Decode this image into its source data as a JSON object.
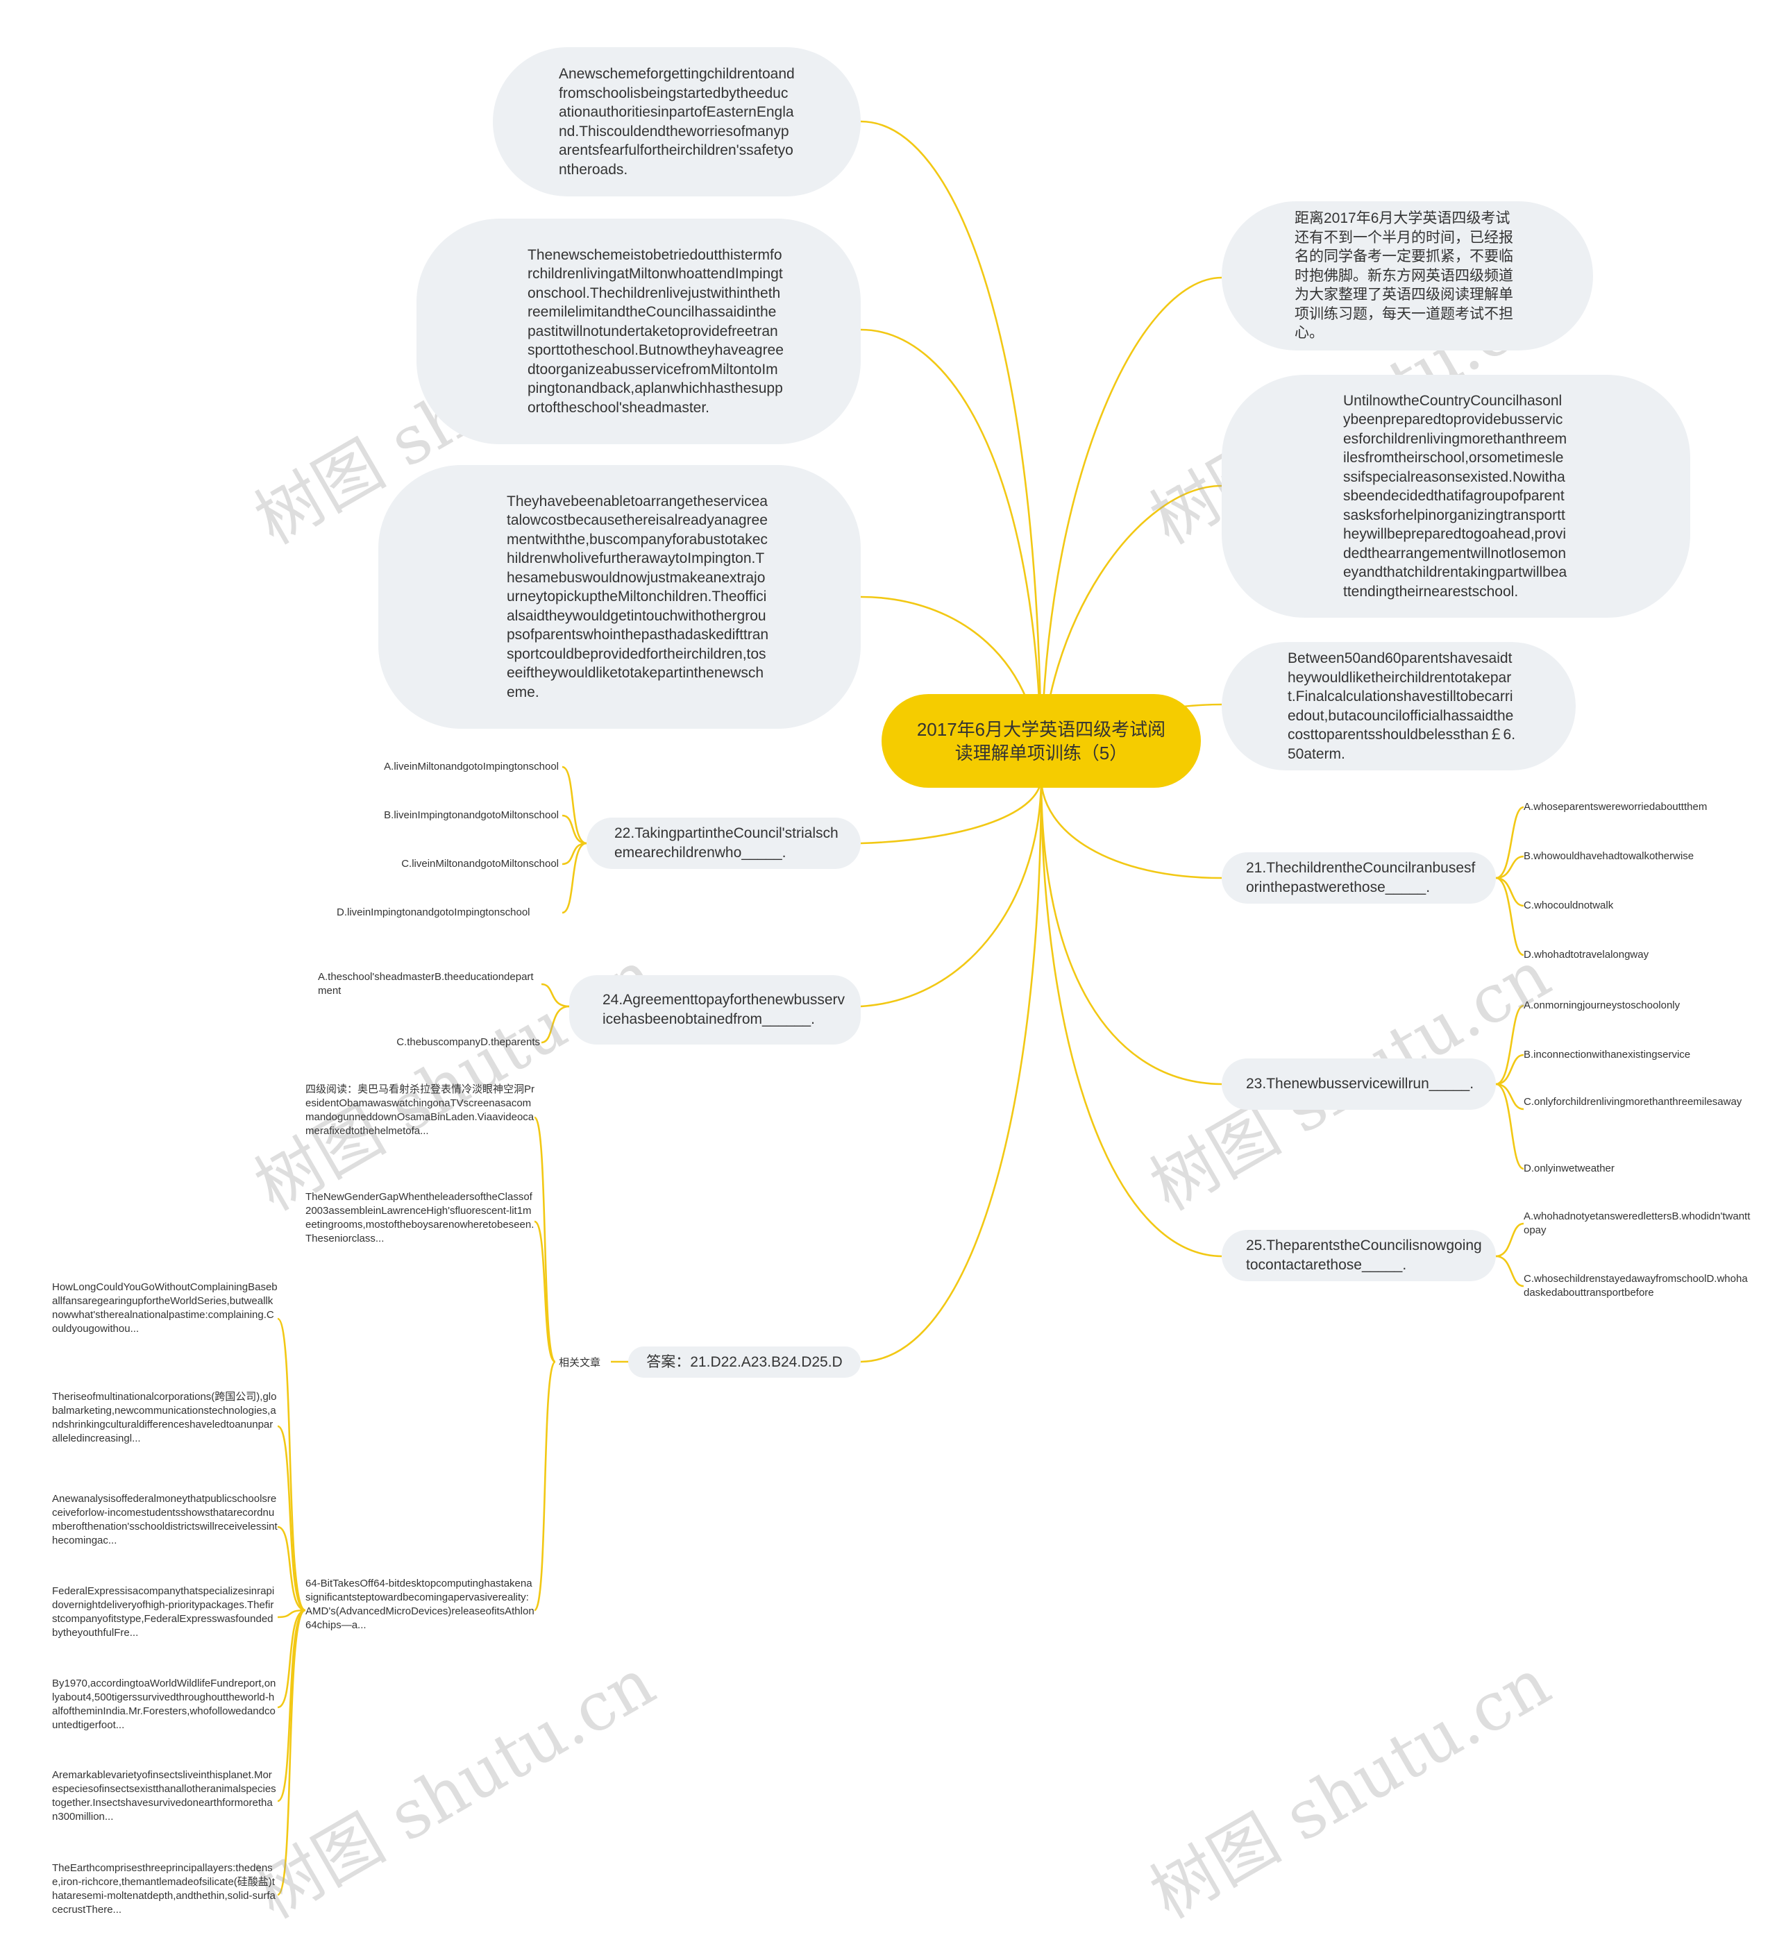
{
  "center": {
    "title": "2017年6月大学英语四级考试阅读理解单项训练（5）"
  },
  "left_passages": [
    {
      "text": "AnewschemeforgettingchildrentoandfromschoolisbeingstartedbytheeducationauthoritiesinpartofEasternEngland.Thiscouldendtheworriesofmanyparentsfearfulfortheirchildren'ssafetyontheroads."
    },
    {
      "text": "ThenewschemeistobetriedoutthistermforchildrenlivingatMiltonwhoattendImpingtonschool.ThechildrenlivejustwithinthethreemilelimitandtheCouncilhassaidinthepastitwillnotundertaketoprovidefreetransporttotheschool.ButnowtheyhaveagreedtoorganizeabusservicefromMiltontoImpingtonandback,aplanwhichhasthesupportoftheschool'sheadmaster."
    },
    {
      "text": "Theyhavebeenabletoarrangetheserviceatalowcostbecausethereisalreadyanagreementwiththe,buscompanyforabustotakechildrenwholivefurtherawaytoImpington.ThesamebuswouldnowjustmakeanextrajourneytopickuptheMiltonchildren.Theofficialsaidtheywouldgetintouchwithothergroupsofparentswhointhepasthadaskedifttransportcouldbeprovidedfortheirchildren,toseeiftheywouldliketotakepartinthenewscheme."
    }
  ],
  "right_passages": [
    {
      "text": "距离2017年6月大学英语四级考试还有不到一个半月的时间，已经报名的同学备考一定要抓紧，不要临时抱佛脚。新东方网英语四级频道为大家整理了英语四级阅读理解单项训练习题，每天一道题考试不担心。"
    },
    {
      "text": "UntilnowtheCountryCouncilhasonlybeenpreparedtoprovidebusservicesforchildrenlivingmorethanthreemilesfromtheirschool,orsometimeslessifspecialreasonsexisted.Nowithasbeendecidedthatifagroupofparentsasksforhelpinorganizingtransporttheywillbepreparedtogoahead,providedthearrangementwillnotlosemoneyandthatchildrentakingpartwillbeattendingtheirnearestschool."
    },
    {
      "text": "Between50and60parentshavesaidtheywouldliketheirchildrentotakepart.Finalcalculationshavestilltobecarriedout,butacouncilofficialhassaidthecosttoparentsshouldbelessthan￡6.50aterm."
    }
  ],
  "questions": {
    "q22": {
      "text": "22.TakingpartintheCouncil'strialschemearechildrenwho_____.",
      "options": [
        "A.liveinMiltonandgotoImpingtonschool",
        "B.liveinImpingtonandgotoMiltonschool",
        "C.liveinMiltonandgotoMiltonschool",
        "D.liveinImpingtonandgotoImpingtonschool"
      ]
    },
    "q24": {
      "text": "24.Agreementtopayforthenewbusservicehasbeenobtainedfrom______.",
      "options": [
        "A.theschool'sheadmasterB.theeducationdepartment",
        "C.thebuscompanyD.theparents"
      ]
    },
    "q21": {
      "text": "21.ThechildrentheCouncilranbusesforinthepastwerethose_____.",
      "options": [
        "A.whoseparentswereworriedabouttthem",
        "B.whowouldhavehadtowalkotherwise",
        "C.whocouldnotwalk",
        "D.whohadtotravelalongway"
      ]
    },
    "q23": {
      "text": "23.Thenewbusservicewillrun_____.",
      "options": [
        "A.onmorningjourneystoschoolonly",
        "B.inconnectionwithanexistingservice",
        "C.onlyforchildrenlivingmorethanthreemilesaway",
        "D.onlyinwetweather"
      ]
    },
    "q25": {
      "text": "25.TheparentstheCouncilisnowgoingtocontactarethose_____.",
      "options": [
        "A.whohadnotyetansweredlettersB.whodidn'twanttopay",
        "C.whosechildrenstayedawayfromschoolD.whohadaskedabouttransportbefore"
      ]
    }
  },
  "answer": {
    "text": "答案：21.D22.A23.B24.D25.D",
    "related_label": "相关文章"
  },
  "related": [
    {
      "text": "四级阅读：奥巴马看射杀拉登表情冷淡眼神空洞PresidentObamawaswatchingonaTVscreenasacommandogunneddownOsamaBinLaden.Viaavideocamerafixedtothehelmetofa..."
    },
    {
      "text": "TheNewGenderGapWhentheleadersoftheClassof2003assembleinLawrenceHigh'sfluorescent-lit1meetingrooms,mostoftheboysarenowheretobeseen.Theseniorclass..."
    },
    {
      "text": "64-BitTakesOff64-bitdesktopcomputinghastakenasignificantsteptowardbecomingapervasivereality:AMD's(AdvancedMicroDevices)releaseofitsAthlon64chips—a..."
    }
  ],
  "related_sub": [
    {
      "text": "HowLongCouldYouGoWithoutComplainingBaseballfansaregearingupfortheWorldSeries,butweallknowwhat'stherealnationalpastime:complaining.Couldyougowithou..."
    },
    {
      "text": "Theriseofmultinationalcorporations(跨国公司),globalmarketing,newcommunicationstechnologies,andshrinkingculturaldifferenceshaveledtoanunparalleledincreasingl..."
    },
    {
      "text": "Anewanalysisoffederalmoneythatpublicschoolsreceiveforlow-incomestudentsshowsthatarecordnumberofthenation'sschooldistrictswillreceivelessinthecomingac..."
    },
    {
      "text": "FederalExpressisacompanythatspecializesinrapidovernightdeliveryofhigh-prioritypackages.Thefirstcompanyofitstype,FederalExpresswasfoundedbytheyouthfulFre..."
    },
    {
      "text": "By1970,accordingtoaWorldWildlifeFundreport,onlyabout4,500tigerssurvivedthroughouttheworld-halfoftheminIndia.Mr.Foresters,whofollowedandcountedtigerfoot..."
    },
    {
      "text": "Aremarkablevarietyofinsectsliveinthisplanet.Morespeciesofinsectsexistthanallotheranimalspeciestogether.Insectshavesurvivedonearthformorethan300million..."
    },
    {
      "text": "TheEarthcomprisesthreeprincipallayers:thedense,iron-richcore,themantlemadeofsilicate(硅酸盐)thataresemi-moltenatdepth,andthethin,solid-surfacecrustThere..."
    }
  ],
  "watermark": {
    "text": "树图 shutu.cn"
  },
  "colors": {
    "line": "#f5cc00",
    "center": "#f5cc00",
    "bubble": "#edf0f3"
  }
}
